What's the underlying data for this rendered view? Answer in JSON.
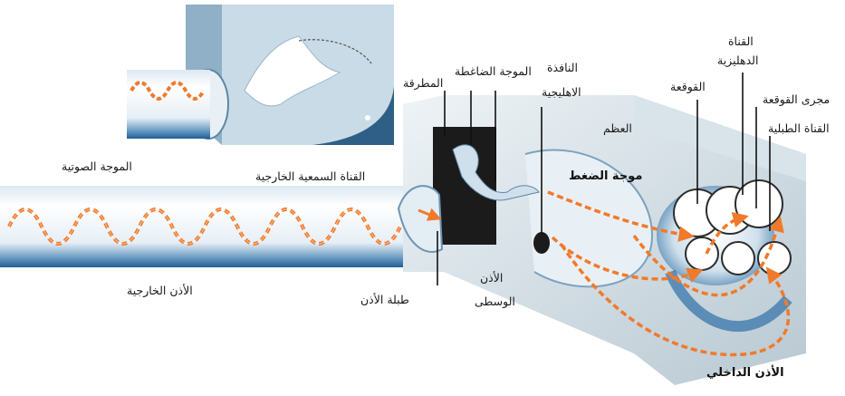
{
  "labels": {
    "sound_wave": "الموجة الصوتية",
    "ear_canal": "القناة السمعية الخارجية",
    "outer_ear": "الأذن الخارجية",
    "eardrum": "طبلة الأذن",
    "middle_ear": [
      "الأذن",
      "الوسطى"
    ],
    "hammer": "المطرقة",
    "pressure_wave_top": "الموجة الضاغطة",
    "oval_window": [
      "النافذة",
      "الاهليجية"
    ],
    "bone": "العظم",
    "pressure_wave": "موجة الضغط",
    "cochlea": "القوقعة",
    "vestibular_canal": [
      "القناة",
      "الدهليزية"
    ],
    "cochlear_duct": "مجرى القوقعة",
    "tympanic_canal": "القناة الطبلية",
    "inner_ear": "الأذن الداخلي"
  },
  "colors": {
    "tube_blue": "#2f6fa8",
    "wave_orange": "#f07a2a",
    "inset_bg": "#c9dbe6",
    "dark": "#1b1b1b"
  }
}
